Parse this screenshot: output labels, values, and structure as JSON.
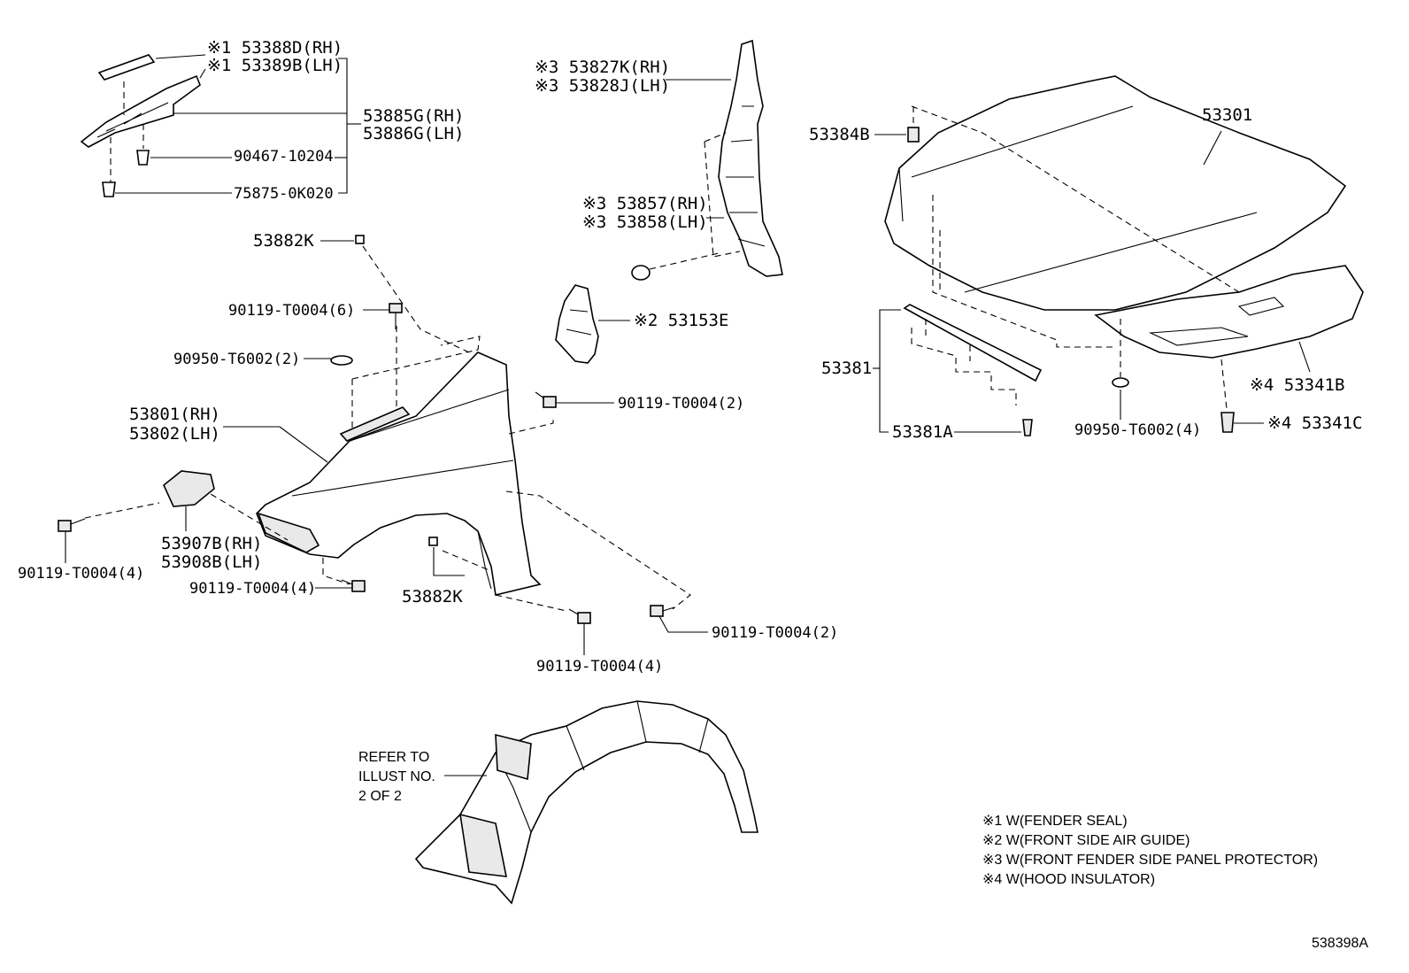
{
  "labels": {
    "p53388D": "※1 53388D(RH)",
    "p53389B": "※1 53389B(LH)",
    "p53885G": "53885G(RH)",
    "p53886G": "53886G(LH)",
    "p90467": "90467-10204",
    "p75875": "75875-0K020",
    "p53882K_top": "53882K",
    "p90119_6": "90119-T0004(6)",
    "p90950_2": "90950-T6002(2)",
    "p53801": "53801(RH)",
    "p53802": "53802(LH)",
    "p53907B": "53907B(RH)",
    "p53908B": "53908B(LH)",
    "p90119_4_left": "90119-T0004(4)",
    "p90119_4_mid": "90119-T0004(4)",
    "p53882K_bot": "53882K",
    "p90119_4_bot": "90119-T0004(4)",
    "p90119_2_bot": "90119-T0004(2)",
    "p53827K": "※3 53827K(RH)",
    "p53828J": "※3 53828J(LH)",
    "p53857": "※3 53857(RH)",
    "p53858": "※3 53858(LH)",
    "p53153E": "※2 53153E",
    "p90119_2_mid": "90119-T0004(2)",
    "p53384B": "53384B",
    "p53301": "53301",
    "p53381": "53381",
    "p53381A": "53381A",
    "p90950_4": "90950-T6002(4)",
    "p53341B": "※4 53341B",
    "p53341C": "※4 53341C"
  },
  "refer_note": [
    "REFER TO",
    "ILLUST NO.",
    "2 OF 2"
  ],
  "legend": [
    "※1 W(FENDER SEAL)",
    "※2 W(FRONT SIDE AIR GUIDE)",
    "※3 W(FRONT FENDER SIDE PANEL PROTECTOR)",
    "※4 W(HOOD INSULATOR)"
  ],
  "diagram_id": "538398A"
}
